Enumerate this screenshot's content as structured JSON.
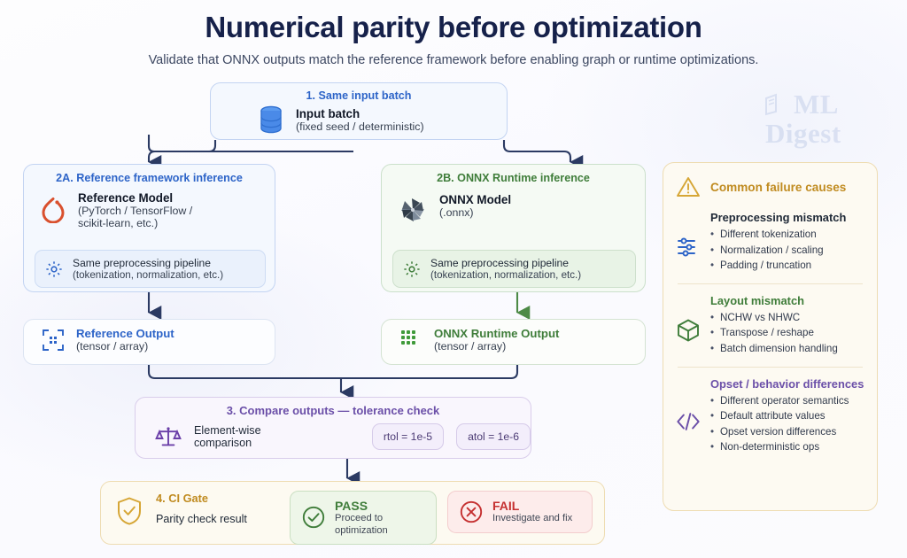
{
  "header": {
    "title": "Numerical parity before optimization",
    "subtitle": "Validate that ONNX outputs match the reference framework before enabling graph or runtime optimizations."
  },
  "watermark": {
    "line1": "ML",
    "line2": "Digest",
    "icon": "book-icon"
  },
  "flow": {
    "input": {
      "step_label": "1. Same input batch",
      "icon": "database-icon",
      "title": "Input batch",
      "subtitle": "(fixed seed / deterministic)"
    },
    "branch_a": {
      "step_label": "2A. Reference framework inference",
      "icon": "pytorch-icon",
      "title": "Reference Model",
      "subtitle_line1": "(PyTorch / TensorFlow /",
      "subtitle_line2": "scikit-learn, etc.)",
      "inner": {
        "icon": "gear-icon",
        "line1": "Same preprocessing pipeline",
        "line2": "(tokenization, normalization, etc.)"
      },
      "output": {
        "icon": "tensor-grid-icon",
        "title": "Reference Output",
        "subtitle": "(tensor / array)"
      }
    },
    "branch_b": {
      "step_label": "2B. ONNX Runtime inference",
      "icon": "onnx-pinwheel-icon",
      "title": "ONNX Model",
      "subtitle": "(.onnx)",
      "inner": {
        "icon": "gear-icon",
        "line1": "Same preprocessing pipeline",
        "line2": "(tokenization, normalization, etc.)"
      },
      "output": {
        "icon": "tensor-grid-icon",
        "title": "ONNX Runtime Output",
        "subtitle": "(tensor / array)"
      }
    },
    "compare": {
      "step_label": "3. Compare outputs — tolerance check",
      "icon": "scales-icon",
      "description": "Element-wise comparison",
      "chips": [
        "rtol = 1e-5",
        "atol = 1e-6"
      ]
    },
    "ci_gate": {
      "step_label": "4. CI Gate",
      "icon": "shield-check-icon",
      "description": "Parity check result",
      "pass": {
        "icon": "check-circle-icon",
        "title": "PASS",
        "subtitle": "Proceed to optimization"
      },
      "fail": {
        "icon": "x-circle-icon",
        "title": "FAIL",
        "subtitle": "Investigate and fix"
      }
    }
  },
  "sidebar": {
    "heading": "Common failure causes",
    "heading_icon": "warning-triangle-icon",
    "groups": [
      {
        "icon": "sliders-icon",
        "title": "Preprocessing mismatch",
        "items": [
          "Different tokenization",
          "Normalization / scaling",
          "Padding / truncation"
        ]
      },
      {
        "icon": "cube-icon",
        "title": "Layout mismatch",
        "items": [
          "NCHW vs NHWC",
          "Transpose / reshape",
          "Batch dimension handling"
        ]
      },
      {
        "icon": "code-brackets-icon",
        "title": "Opset / behavior differences",
        "items": [
          "Different operator semantics",
          "Default attribute values",
          "Opset version differences",
          "Non-deterministic ops"
        ]
      }
    ]
  },
  "colors": {
    "title": "#16214a",
    "blue": "#2d64c8",
    "green": "#3f7d3a",
    "purple": "#6b4fa8",
    "amber": "#c08b20",
    "pass": "#3f7d3a",
    "fail": "#c53030",
    "connector": "#2b3a63"
  }
}
